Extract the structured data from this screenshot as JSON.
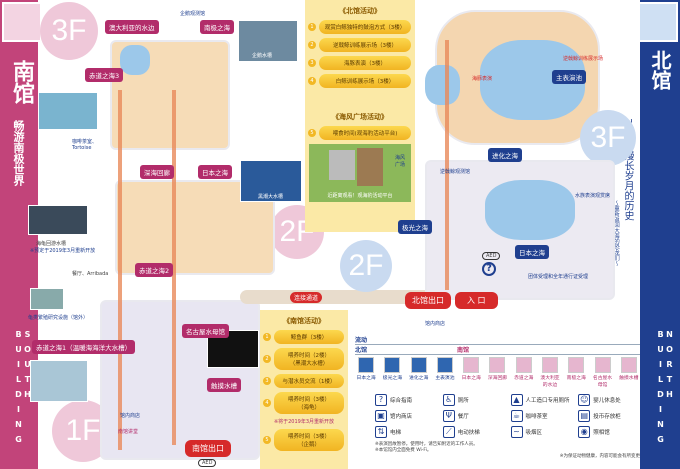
{
  "south": {
    "title": "南馆",
    "subtitle": "畅游南极世界",
    "english": "SOUTH BUILDING",
    "floors": [
      "3F",
      "2F",
      "1F"
    ],
    "labels": {
      "australia": "澳大利亚的水边",
      "antarctic": "南极之海",
      "equator3": "赤道之海3",
      "deepsea": "深海回廊",
      "japan": "日本之海",
      "equator2": "赤道之海2",
      "jellyfish": "名古屋水母馆",
      "equator1": "赤道之海1（温暖海海洋大水槽）",
      "touch": "触摸水槽",
      "exit": "南馆出口",
      "penguin_obs": "企鹅观测馆",
      "penguin_tank": "企鹅水槽",
      "black_tank": "黑潮大水槽",
      "cafe": "咖啡茶室、Tortoise",
      "restaurant": "餐厅、Arribada",
      "turtle_tank": "海龟回游水槽",
      "turtle_note": "※预定于2019年3月重新开放",
      "turtle_lab": "龟类繁殖研究设施（馆外）",
      "shop": "馆内商店",
      "lecture": "南馆讲堂",
      "aed": "AED",
      "connector": "连接通道"
    },
    "colors": {
      "strip": "#c2447a",
      "tag": "#b22c6a"
    }
  },
  "north": {
    "title": "北馆",
    "subtitle": "35亿年漫长岁月的历史",
    "subtitle2": "～重新返回大海的恐龙们～",
    "english": "NORTH BUILDING",
    "floors": [
      "3F",
      "2F"
    ],
    "labels": {
      "main_pool": "主表演池",
      "evolution": "进化之海",
      "aurora": "极光之海",
      "japan": "日本之海",
      "exit": "北馆出口",
      "entrance": "入 口",
      "dolphin_show": "海豚表演",
      "orca_show": "逆戟鲸训练展示场",
      "orca_obs": "逆戟鲸观测馆",
      "viewing": "水族表演观赏席",
      "group": "团体受理和全年通行证受理",
      "shop": "馆内商店",
      "aed": "AED"
    },
    "colors": {
      "strip": "#1f3f8f"
    }
  },
  "north_activities": {
    "title": "《北馆活动》",
    "items": [
      {
        "n": "1",
        "text": "观赏白鲸独特的鼓泡方式（3楼）"
      },
      {
        "n": "2",
        "text": "逆戟鲸训练展示场（3楼）"
      },
      {
        "n": "3",
        "text": "海豚表演（3楼）"
      },
      {
        "n": "4",
        "text": "白鲸训练展示场（3楼）"
      }
    ]
  },
  "plaza_activities": {
    "title": "《海风广场活动》",
    "items": [
      {
        "n": "5",
        "text": "喂食时间(观海豹活动平台)"
      }
    ],
    "photo_caption": "近距离观看！观海豹活动平台",
    "plaza": "海风广场"
  },
  "south_activities": {
    "title": "《南馆活动》",
    "items": [
      {
        "n": "1",
        "text": "鲸鱼群（3楼）"
      },
      {
        "n": "2",
        "text": "喂养时间（2楼）",
        "sub": "（黑潮大水槽）"
      },
      {
        "n": "3",
        "text": "与潜水员交流（1楼）"
      },
      {
        "n": "4",
        "text": "喂养时间（3楼）",
        "sub": "（海龟）"
      },
      {
        "n": "5",
        "text": "喂养时间（3楼）",
        "sub": "（企鹅）"
      }
    ],
    "note": "※将于2019年3月重新开放"
  },
  "route": {
    "label": "流动",
    "north": "北馆",
    "south": "南馆",
    "stops": [
      "日本之海",
      "极光之海",
      "进化之海",
      "主表演池",
      "日本之海",
      "深海回廊",
      "赤道之海",
      "澳大利亚的水边",
      "南极之海",
      "名古屋水母馆",
      "触摸水槽"
    ]
  },
  "legend": {
    "items": [
      {
        "icon": "question-icon",
        "g": "?",
        "label": "综合指南"
      },
      {
        "icon": "toilet-icon",
        "g": "♿",
        "label": "厕所"
      },
      {
        "icon": "ostomy-toilet-icon",
        "g": "▲",
        "label": "人工造口专用厕所"
      },
      {
        "icon": "baby-room-icon",
        "g": "☺",
        "label": "婴儿休息处"
      },
      {
        "icon": "shop-icon",
        "g": "▣",
        "label": "馆内商店"
      },
      {
        "icon": "restaurant-icon",
        "g": "Ψ",
        "label": "餐厅"
      },
      {
        "icon": "cafe-icon",
        "g": "☕",
        "label": "咖啡茶室"
      },
      {
        "icon": "locker-icon",
        "g": "▤",
        "label": "投币存放柜"
      },
      {
        "icon": "elevator-icon",
        "g": "⇅",
        "label": "电梯"
      },
      {
        "icon": "escalator-icon",
        "g": "⟋",
        "label": "电动扶梯"
      },
      {
        "icon": "smoking-icon",
        "g": "~",
        "label": "吸烟区"
      },
      {
        "icon": "photo-spot-icon",
        "g": "◉",
        "label": "照相馆"
      }
    ],
    "notes": [
      "※表演因故暂停。使用时，请告知附近的工作人员。",
      "※本馆馆内全面免费 Wi-Fi。"
    ],
    "footnote": "※为保证动物健康，内容可能会有所变更"
  }
}
